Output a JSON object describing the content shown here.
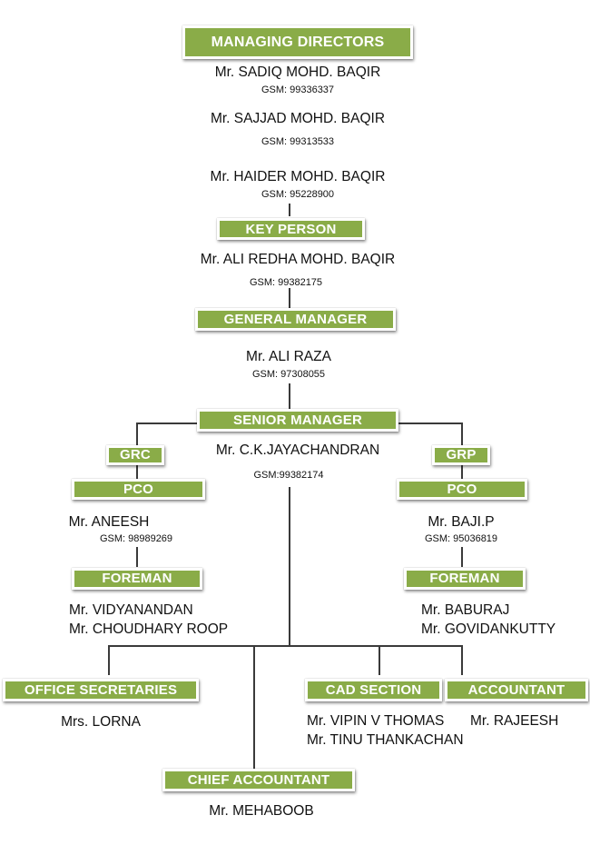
{
  "managing_directors": {
    "title": "MANAGING DIRECTORS",
    "people": [
      {
        "name": "Mr. SADIQ MOHD. BAQIR",
        "gsm": "GSM: 99336337"
      },
      {
        "name": "Mr. SAJJAD MOHD. BAQIR",
        "gsm": "GSM: 99313533"
      },
      {
        "name": "Mr. HAIDER MOHD. BAQIR",
        "gsm": "GSM: 95228900"
      }
    ]
  },
  "key_person": {
    "title": "KEY PERSON",
    "name": "Mr. ALI REDHA MOHD. BAQIR",
    "gsm": "GSM: 99382175"
  },
  "general_manager": {
    "title": "GENERAL MANAGER",
    "name": "Mr. ALI RAZA",
    "gsm": "GSM: 97308055"
  },
  "senior_manager": {
    "title": "SENIOR MANAGER",
    "name": "Mr. C.K.JAYACHANDRAN",
    "gsm": "GSM:99382174"
  },
  "grc": {
    "title": "GRC",
    "pco": {
      "title": "PCO",
      "name": "Mr. ANEESH",
      "gsm": "GSM: 98989269"
    },
    "foreman": {
      "title": "FOREMAN",
      "names": [
        "Mr. VIDYANANDAN",
        "Mr. CHOUDHARY ROOP"
      ]
    }
  },
  "grp": {
    "title": "GRP",
    "pco": {
      "title": "PCO",
      "name": "Mr. BAJI.P",
      "gsm": "GSM: 95036819"
    },
    "foreman": {
      "title": "FOREMAN",
      "names": [
        "Mr. BABURAJ",
        "Mr. GOVIDANKUTTY"
      ]
    }
  },
  "office_secretaries": {
    "title": "OFFICE SECRETARIES",
    "names": [
      "Mrs. LORNA"
    ]
  },
  "cad_section": {
    "title": "CAD SECTION",
    "names": [
      "Mr. VIPIN V THOMAS",
      "Mr. TINU THANKACHAN"
    ]
  },
  "accountant": {
    "title": "ACCOUNTANT",
    "names": [
      "Mr. RAJEESH"
    ]
  },
  "chief_accountant": {
    "title": "CHIEF ACCOUNTANT",
    "names": [
      "Mr. MEHABOOB"
    ]
  },
  "colors": {
    "box_fill": "#8aac48",
    "box_text": "#ffffff",
    "connector": "#3a3a3a"
  }
}
